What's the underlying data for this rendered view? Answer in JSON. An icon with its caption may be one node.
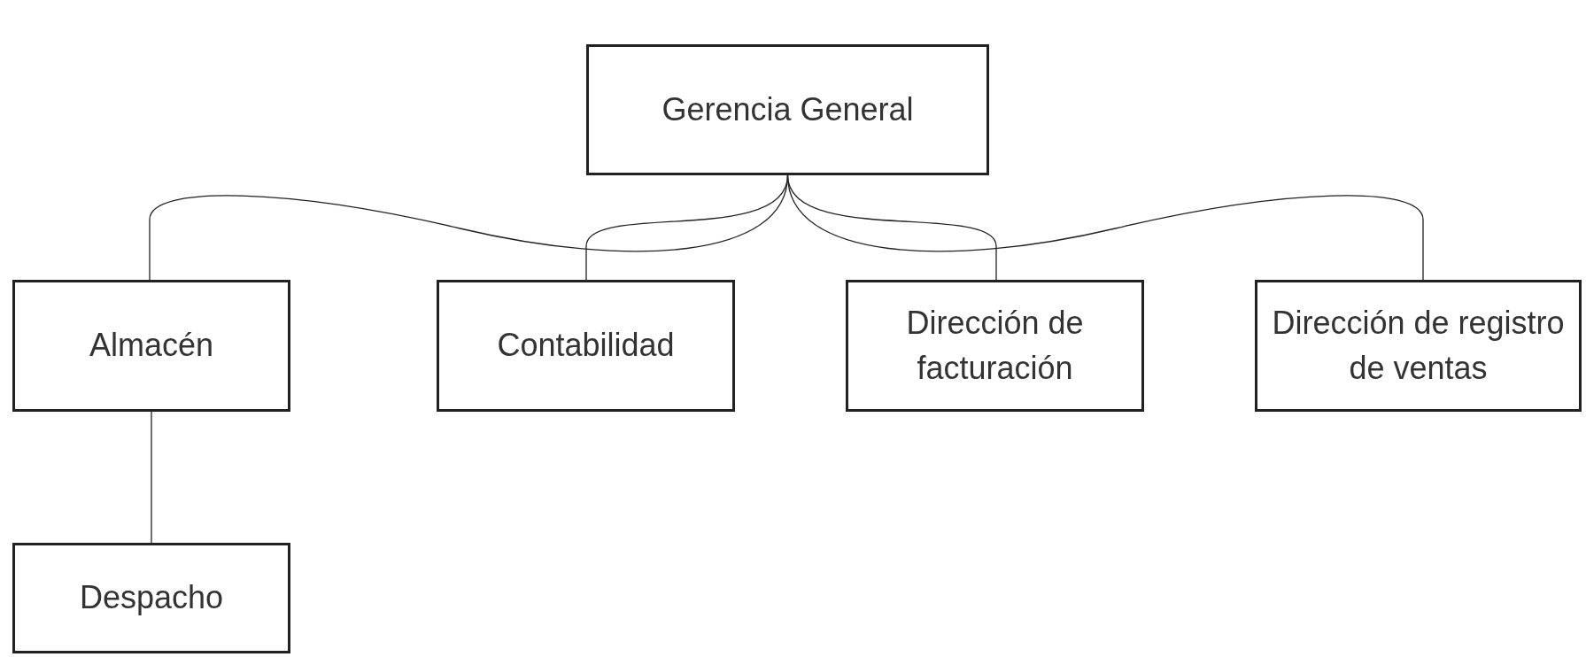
{
  "diagram": {
    "nodes": [
      {
        "text": [
          "Gerencia General"
        ]
      },
      {
        "text": [
          "Almacén"
        ]
      },
      {
        "text": [
          "Contabilidad"
        ]
      },
      {
        "text": [
          "Dirección de facturación"
        ]
      },
      {
        "text": [
          "Dirección de registro de ventas"
        ]
      },
      {
        "text": [
          "Despacho"
        ]
      }
    ],
    "edges": [
      {
        "from": 0,
        "to": 1,
        "arrow": "none"
      },
      {
        "from": 0,
        "to": 2,
        "arrow": "none"
      },
      {
        "from": 0,
        "to": 3,
        "arrow": "none"
      },
      {
        "from": 0,
        "to": 4,
        "arrow": "none"
      },
      {
        "from": 1,
        "to": 5,
        "arrow": "none"
      }
    ]
  }
}
